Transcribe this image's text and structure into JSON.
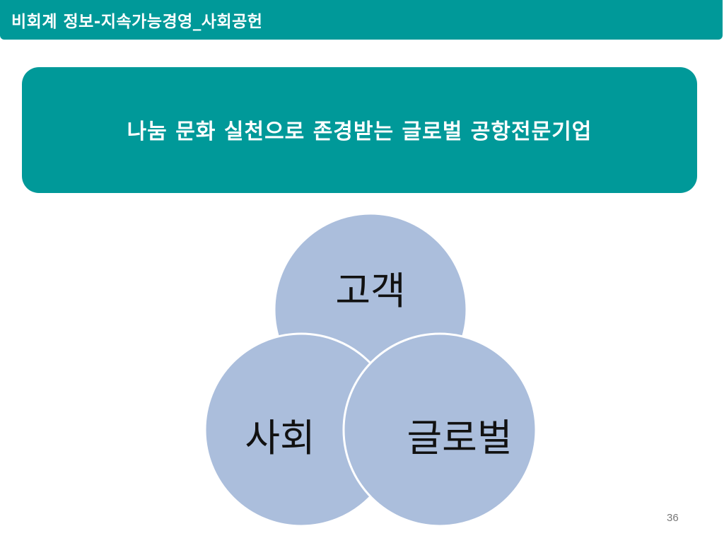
{
  "header": {
    "title": "비회계 정보-지속가능경영_사회공헌"
  },
  "vision": {
    "text": "나눔 문화 실천으로 존경받는 글로벌 공항전문기업"
  },
  "venn": {
    "circles": [
      {
        "label": "고객"
      },
      {
        "label": "사회"
      },
      {
        "label": "글로벌"
      }
    ]
  },
  "footer": {
    "page_number": "36"
  },
  "colors": {
    "teal": "#009999",
    "circle_fill": "#9db3d6",
    "circle_stroke": "#ffffff"
  }
}
